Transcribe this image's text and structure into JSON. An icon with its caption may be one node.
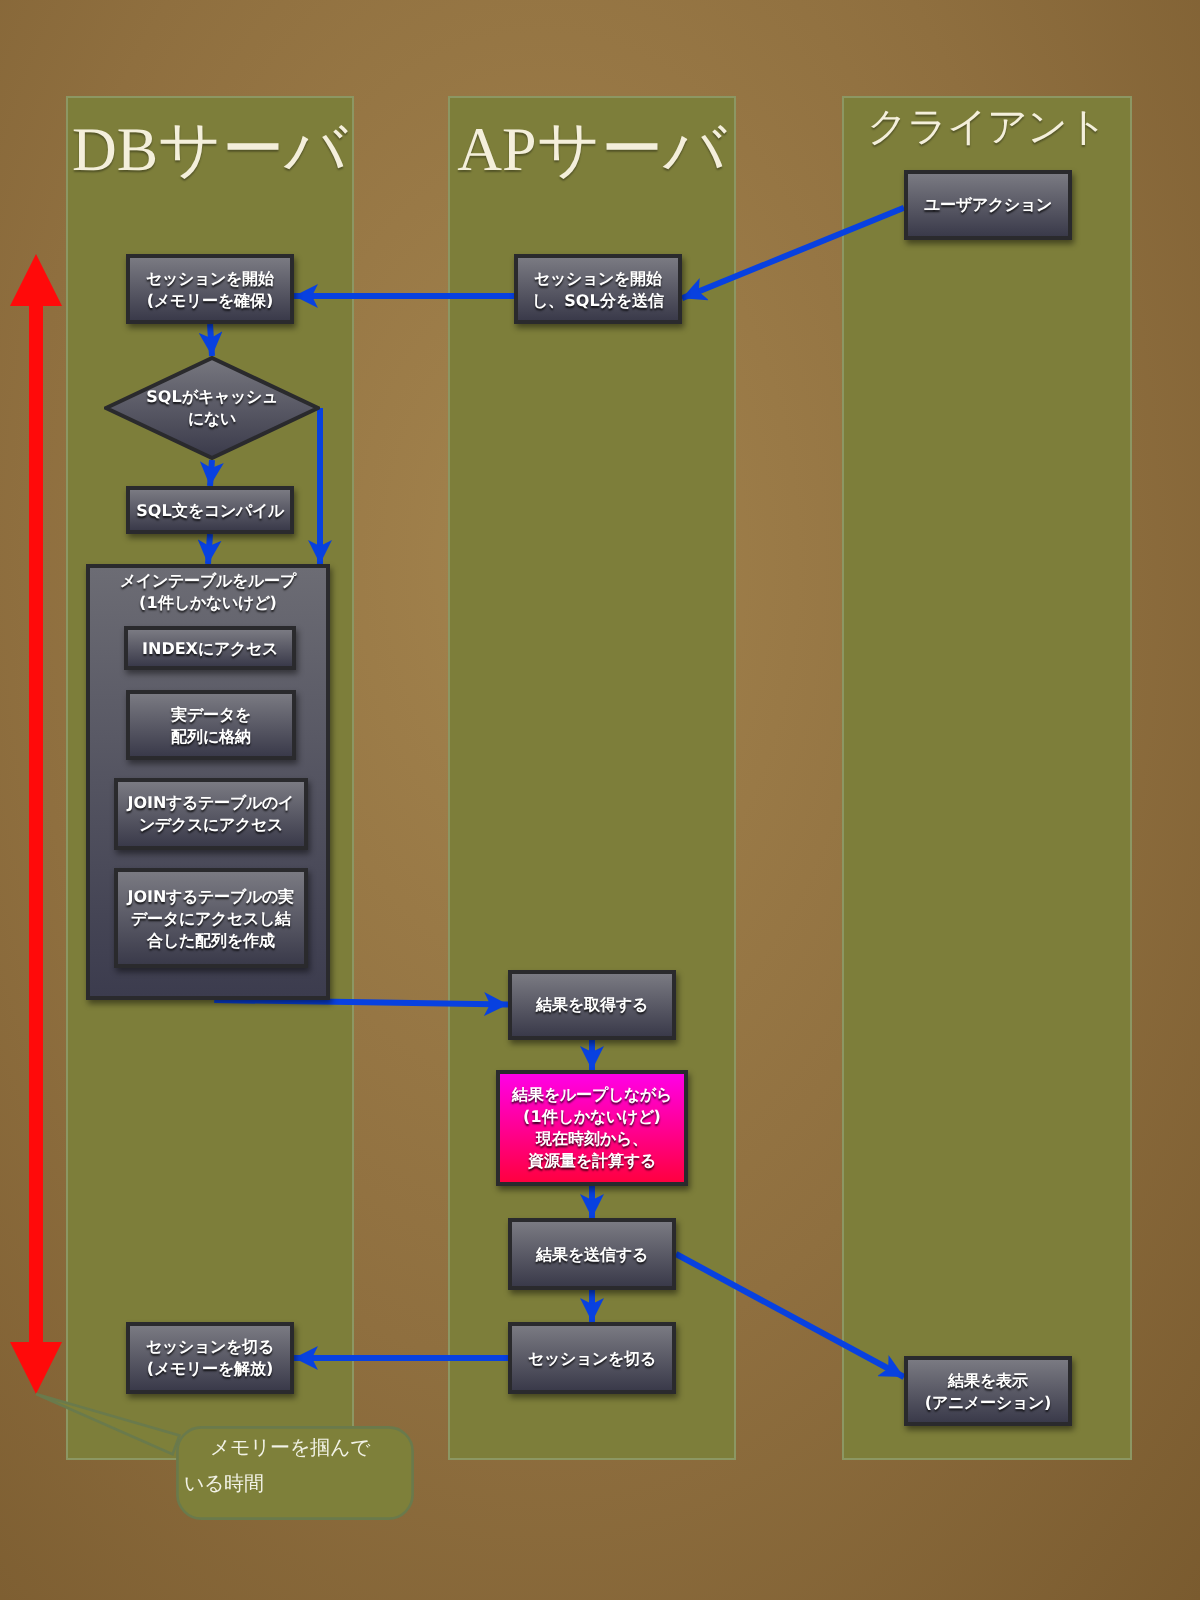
{
  "diagram": {
    "nodes": [
      {
        "text": [
          "DBサーバ"
        ]
      },
      {
        "text": [
          "APサーバ"
        ]
      },
      {
        "text": [
          "クライアント"
        ]
      },
      {
        "text": [
          "ユーザアクション"
        ],
        "in": 2
      },
      {
        "text": [
          "セッションを開始し、SQL分を送信"
        ],
        "in": 1
      },
      {
        "text": [
          "セッションを開始(メモリーを確保)"
        ],
        "in": 0
      },
      {
        "text": [
          "SQLがキャッシュにない"
        ],
        "in": 0
      },
      {
        "text": [
          "SQL文をコンパイル"
        ],
        "in": 0
      },
      {
        "text": [
          "メインテーブルをループ(1件しかないけど)"
        ],
        "in": 0
      },
      {
        "text": [
          "INDEXにアクセス"
        ],
        "in": 8
      },
      {
        "text": [
          "実データを配列に格納"
        ],
        "in": 8
      },
      {
        "text": [
          "JOINするテーブルのインデクスにアクセス"
        ],
        "in": 8
      },
      {
        "text": [
          "JOINするテーブルの実データにアクセスし結合した配列を作成"
        ],
        "in": 8
      },
      {
        "text": [
          "結果を取得する"
        ],
        "in": 1
      },
      {
        "text": [
          "結果をループしながら(1件しかないけど)現在時刻から、資源量を計算する"
        ],
        "in": 1
      },
      {
        "text": [
          "結果を送信する"
        ],
        "in": 1
      },
      {
        "text": [
          "セッションを切る"
        ],
        "in": 1
      },
      {
        "text": [
          "セッションを切る(メモリーを解放)"
        ],
        "in": 0
      },
      {
        "text": [
          "結果を表示(アニメーション)"
        ],
        "in": 2
      },
      {
        "text": [
          "メモリーを掴んでいる時間"
        ]
      },
      {
        "text": [],
        "shape": "arrow"
      }
    ],
    "edges": [
      {
        "from": 3,
        "to": 4,
        "arrow": "to"
      },
      {
        "from": 4,
        "to": 5,
        "arrow": "to"
      },
      {
        "from": 5,
        "to": 6,
        "arrow": "to"
      },
      {
        "from": 6,
        "to": 7,
        "arrow": "to"
      },
      {
        "from": 7,
        "to": 8,
        "arrow": "to"
      },
      {
        "from": 6,
        "to": 8,
        "arrow": "to"
      },
      {
        "from": 8,
        "to": 13,
        "arrow": "to"
      },
      {
        "from": 13,
        "to": 14,
        "arrow": "to"
      },
      {
        "from": 14,
        "to": 15,
        "arrow": "to"
      },
      {
        "from": 15,
        "to": 16,
        "arrow": "to"
      },
      {
        "from": 16,
        "to": 17,
        "arrow": "to"
      },
      {
        "from": 15,
        "to": 18,
        "arrow": "to"
      },
      {
        "from": 19,
        "to": 20,
        "arrow": "none"
      }
    ]
  }
}
